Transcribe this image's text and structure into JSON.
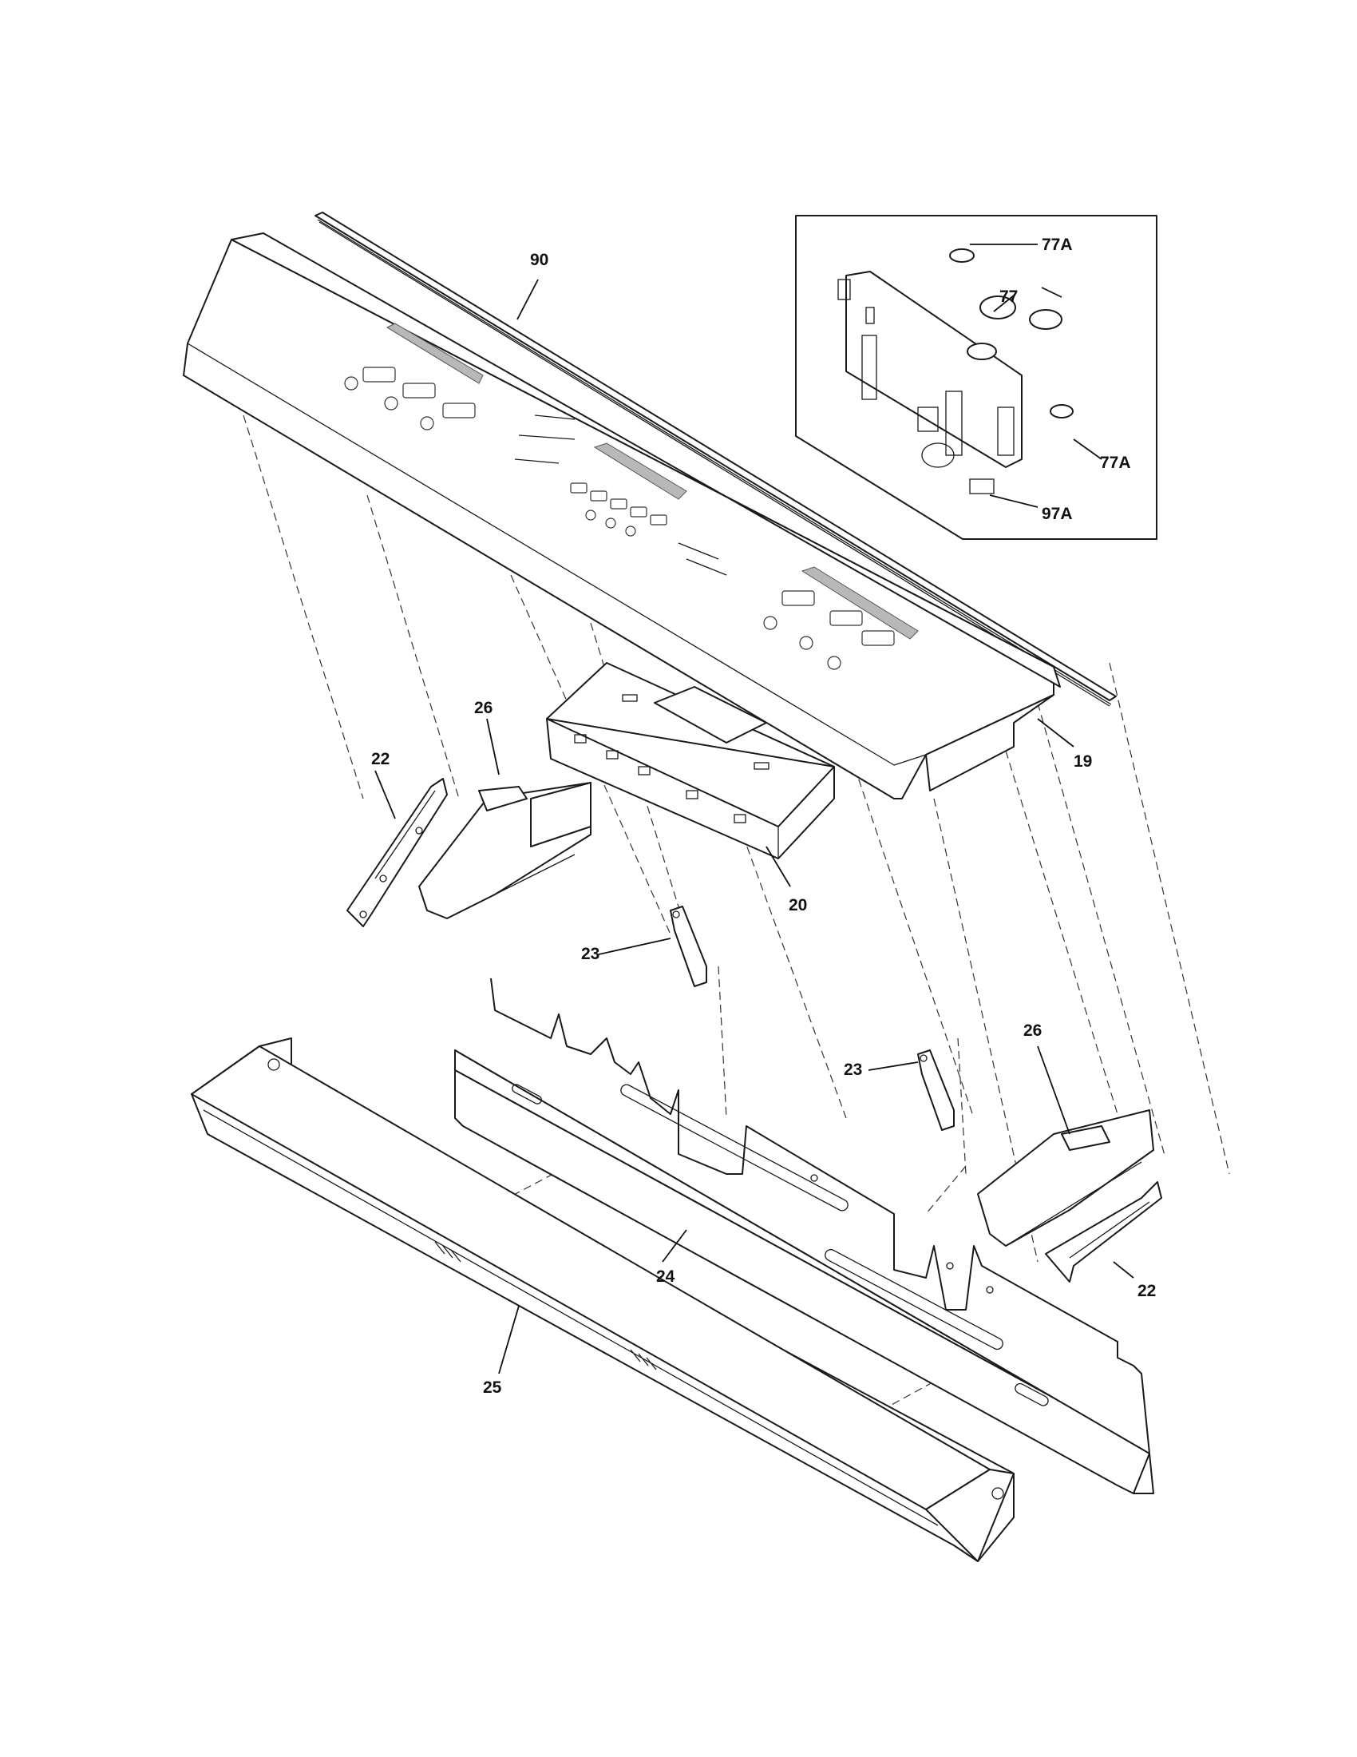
{
  "callouts": {
    "c90": "90",
    "c77A_top": "77A",
    "c77": "77",
    "c77A_bottom": "77A",
    "c97A": "97A",
    "c19": "19",
    "c26_left": "26",
    "c22_left": "22",
    "c20": "20",
    "c23_left": "23",
    "c23_right": "23",
    "c26_right": "26",
    "c22_right": "22",
    "c24": "24",
    "c25": "25"
  }
}
